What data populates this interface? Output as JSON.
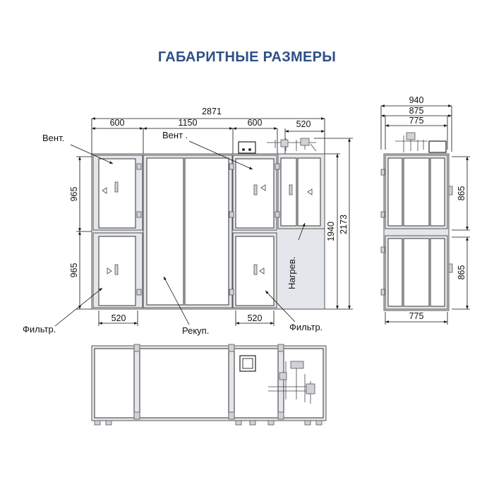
{
  "title": "ГАБАРИТНЫЕ РАЗМЕРЫ",
  "front": {
    "dims": {
      "total_width": "2871",
      "seg1": "600",
      "seg2": "1150",
      "seg3": "600",
      "seg4": "520",
      "left_upper": "965",
      "left_lower": "965",
      "right_inner": "1940",
      "right_outer": "2173",
      "bottom_left": "520",
      "bottom_right": "520"
    },
    "labels": {
      "vent_left": "Вент.",
      "vent_mid": "Вент .",
      "filter_left": "Фильтр.",
      "filter_right": "Фильтр.",
      "recup": "Рекуп.",
      "heater": "Нагрев."
    }
  },
  "side": {
    "dims": {
      "w_outer": "940",
      "w_mid": "875",
      "w_inner": "775",
      "h_upper": "865",
      "h_lower": "865",
      "bottom": "775"
    }
  }
}
